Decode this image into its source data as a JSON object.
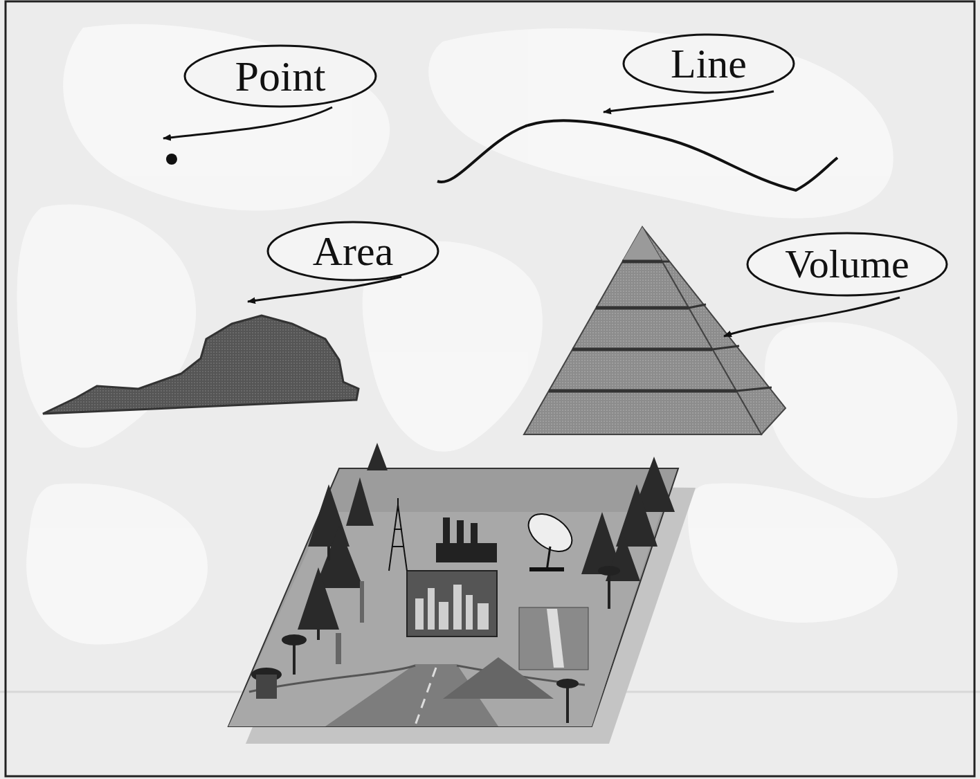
{
  "diagram": {
    "nodes": [
      {
        "text": [
          "Point"
        ]
      },
      {
        "text": [
          "Line"
        ]
      },
      {
        "text": [
          "Area"
        ]
      },
      {
        "text": [
          "Volume"
        ]
      }
    ]
  }
}
